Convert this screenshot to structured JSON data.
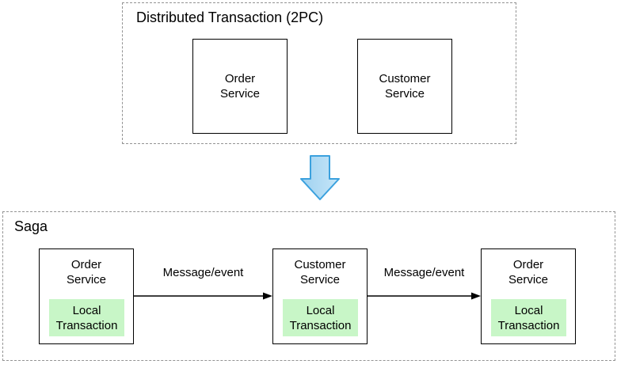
{
  "top_section": {
    "title": "Distributed Transaction (2PC)",
    "nodes": [
      {
        "label": "Order\nService"
      },
      {
        "label": "Customer\nService"
      }
    ]
  },
  "transition_arrow": {
    "icon": "down-arrow-icon",
    "fill_light": "#C6E6F8",
    "fill_dark": "#9FD1F0",
    "stroke": "#3BA1DE"
  },
  "saga_section": {
    "title": "Saga",
    "nodes": [
      {
        "service": "Order\nService",
        "local_transaction": "Local\nTransaction"
      },
      {
        "service": "Customer\nService",
        "local_transaction": "Local\nTransaction"
      },
      {
        "service": "Order\nService",
        "local_transaction": "Local\nTransaction"
      }
    ],
    "edges": [
      {
        "label": "Message/event"
      },
      {
        "label": "Message/event"
      }
    ]
  },
  "colors": {
    "background": "#FFFFFF",
    "group_dashed_border": "#939393",
    "node_border": "#000000",
    "edge_color": "#000000",
    "local_transaction_fill": "#C8F6C7"
  }
}
